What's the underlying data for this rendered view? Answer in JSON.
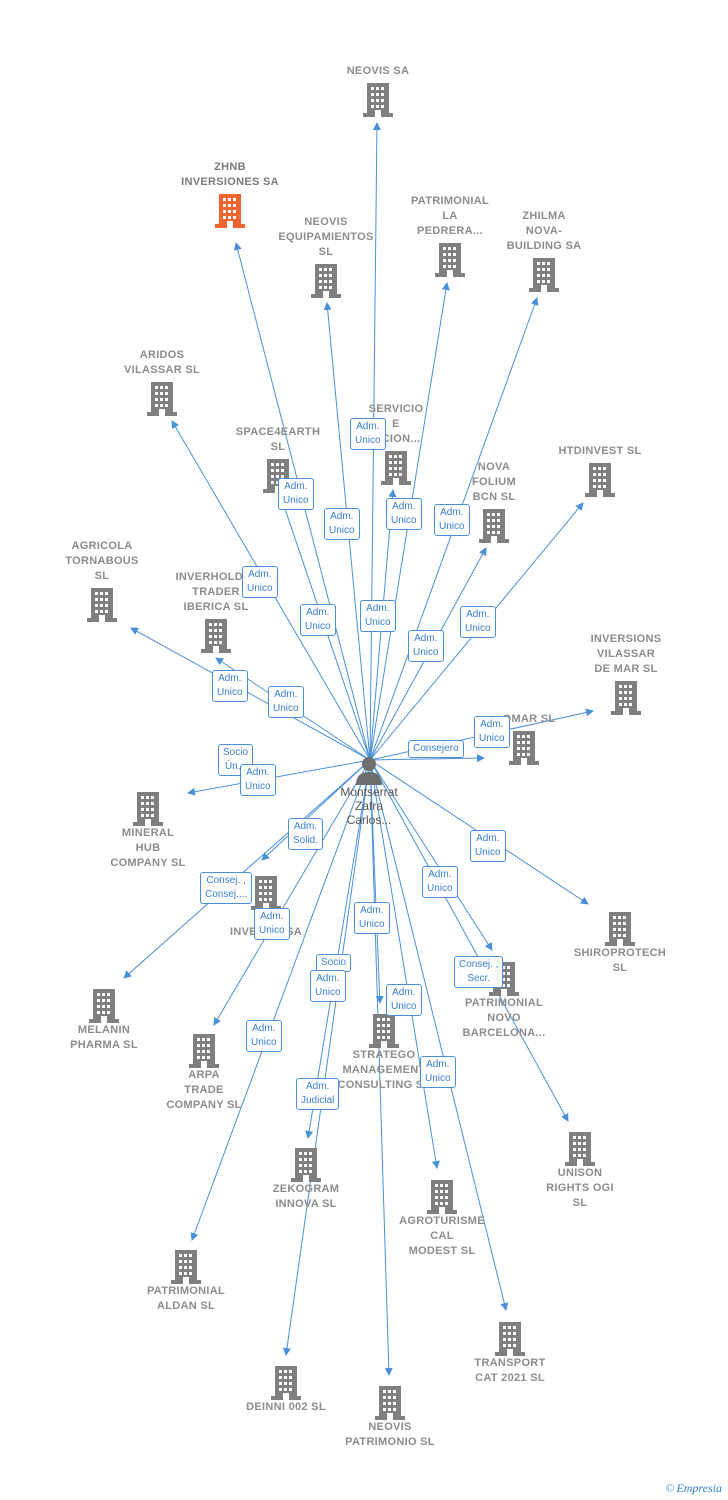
{
  "center": {
    "name": "Montserrat\nZafra\nCarlos..."
  },
  "colors": {
    "edge": "#4a90d9",
    "building": "#7f7f7f",
    "main_building": "#f0642f"
  },
  "companies": [
    {
      "id": "neovis-sa",
      "name": "NEOVIS SA"
    },
    {
      "id": "zhnb",
      "name": "ZHNB\nINVERSIONES SA",
      "main": true
    },
    {
      "id": "patrimonial-la-pedrera",
      "name": "PATRIMONIAL\nLA\nPEDRERA..."
    },
    {
      "id": "zhilma",
      "name": "ZHILMA\nNOVA-\nBUILDING SA"
    },
    {
      "id": "neovis-equipamientos",
      "name": "NEOVIS\nEQUIPAMIENTOS\nSL"
    },
    {
      "id": "aridos-vilassar",
      "name": "ARIDOS\nVILASSAR SL"
    },
    {
      "id": "servicio",
      "name": "SERVICIO\nE\n...CION..."
    },
    {
      "id": "space4earth",
      "name": "SPACE4EARTH\nSL"
    },
    {
      "id": "htdinvest",
      "name": "HTDINVEST SL"
    },
    {
      "id": "nova-folium",
      "name": "NOVA\nFOLIUM\nBCN SL"
    },
    {
      "id": "agricola-tornabous",
      "name": "AGRICOLA\nTORNABOUS\nSL"
    },
    {
      "id": "inverholding",
      "name": "INVERHOLDI...\nTRADER\nIBERICA SL"
    },
    {
      "id": "inversions-vilassar",
      "name": "INVERSIONS\nVILASSAR\nDE MAR SL"
    },
    {
      "id": "...omar",
      "name": "...OMAR SL"
    },
    {
      "id": "mineral-hub",
      "name": "MINERAL\nHUB\nCOMPANY SL"
    },
    {
      "id": "a-inversiones",
      "name": "A...\nINVERS... SA"
    },
    {
      "id": "shiroprotech",
      "name": "SHIROPROTECH\nSL"
    },
    {
      "id": "melanin-pharma",
      "name": "MELANIN\nPHARMA SL"
    },
    {
      "id": "arpa-trade",
      "name": "ARPA\nTRADE\nCOMPANY SL"
    },
    {
      "id": "patrimonial-novo",
      "name": "PATRIMONIAL\nNOVO\nBARCELONA..."
    },
    {
      "id": "stratego",
      "name": "STRATEGO\nMANAGEMENT\nCONSULTING SL"
    },
    {
      "id": "unison-rights",
      "name": "UNISON\nRIGHTS OGI\nSL"
    },
    {
      "id": "zekogram",
      "name": "ZEKOGRAM\nINNOVA SL"
    },
    {
      "id": "agroturisme",
      "name": "AGROTURISME\nCAL\nMODEST SL"
    },
    {
      "id": "patrimonial-aldan",
      "name": "PATRIMONIAL\nALDAN SL"
    },
    {
      "id": "transport-cat",
      "name": "TRANSPORT\nCAT 2021 SL"
    },
    {
      "id": "deinni",
      "name": "DEINNI 002 SL"
    },
    {
      "id": "neovis-patrimonio",
      "name": "NEOVIS\nPATRIMONIO SL"
    }
  ],
  "edge_labels": [
    "Adm.\nUnico",
    "Adm.\nUnico",
    "Adm.\nUnico",
    "Adm.\nUnico",
    "Adm.\nUnico",
    "Adm.\nUnico",
    "Adm.\nUnico",
    "Adm.\nUnico",
    "Adm.\nUnico",
    "Adm.\nUnico",
    "Adm.\nUnico",
    "Adm.\nUnico",
    "Adm.\nUnico",
    "Consejero",
    "Socio\nÚn...",
    "Adm.\nUnico",
    "Adm.\nSolid.",
    "Adm.\nUnico",
    "Consej. ,\nConsej....",
    "Adm.\nUnico",
    "Adm.\nUnico",
    "Socio",
    "Adm.\nUnico",
    "Adm.\nUnico",
    "Consej. ,\nSecr.",
    "Adm.\nUnico",
    "Adm.\nUnico",
    "Adm.\nJudicial",
    "Adm.\nUnico"
  ],
  "footer": {
    "copyright": "©",
    "brand": "Empresia"
  }
}
